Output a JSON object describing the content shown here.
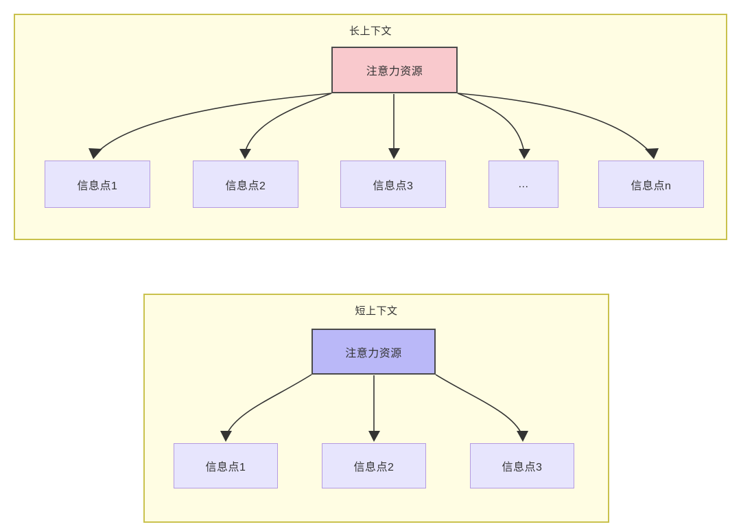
{
  "diagram": {
    "type": "attention-allocation-comparison",
    "background_color": "#ffffff",
    "panels": [
      {
        "id": "long-context",
        "title": "长上下文",
        "fill_color": "#fffde3",
        "border_color": "#c9c14c",
        "root": {
          "label": "注意力资源",
          "fill_color": "#f9c9cd",
          "border_color": "#4a4a4a"
        },
        "children": [
          {
            "label": "信息点1",
            "fill_color": "#e7e5fd",
            "border_color": "#b49ae0"
          },
          {
            "label": "信息点2",
            "fill_color": "#e7e5fd",
            "border_color": "#b49ae0"
          },
          {
            "label": "信息点3",
            "fill_color": "#e7e5fd",
            "border_color": "#b49ae0"
          },
          {
            "label": "...",
            "fill_color": "#e7e5fd",
            "border_color": "#b49ae0"
          },
          {
            "label": "信息点n",
            "fill_color": "#e7e5fd",
            "border_color": "#b49ae0"
          }
        ]
      },
      {
        "id": "short-context",
        "title": "短上下文",
        "fill_color": "#fffde3",
        "border_color": "#c9c14c",
        "root": {
          "label": "注意力资源",
          "fill_color": "#bab8f8",
          "border_color": "#4a4a4a"
        },
        "children": [
          {
            "label": "信息点1",
            "fill_color": "#e7e5fd",
            "border_color": "#b49ae0"
          },
          {
            "label": "信息点2",
            "fill_color": "#e7e5fd",
            "border_color": "#b49ae0"
          },
          {
            "label": "信息点3",
            "fill_color": "#e7e5fd",
            "border_color": "#b49ae0"
          }
        ]
      }
    ],
    "edge_color": "#333333"
  }
}
